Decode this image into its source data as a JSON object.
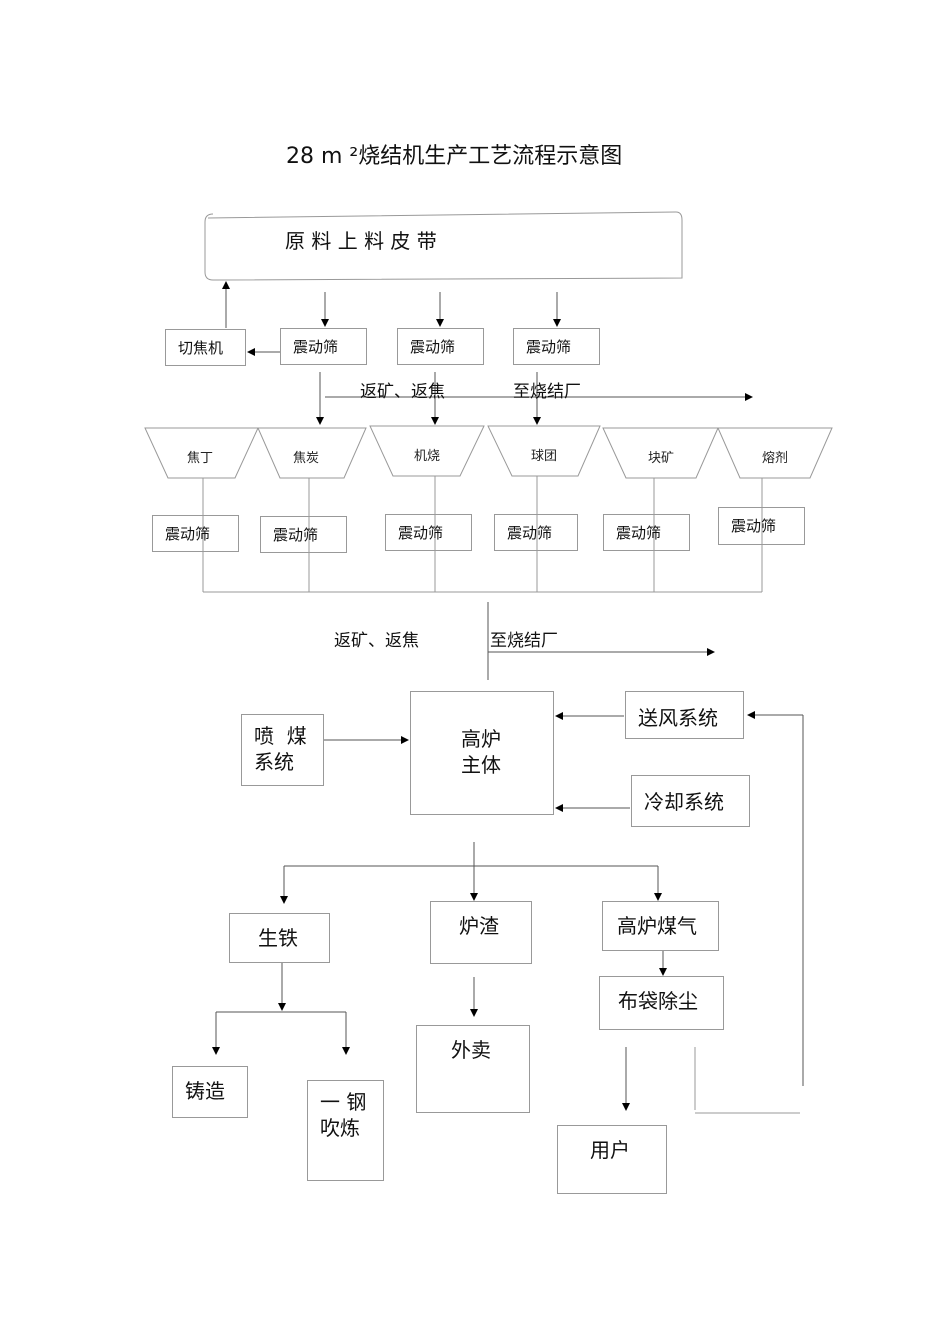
{
  "title": "28 m ²烧结机生产工艺流程示意图",
  "belt": "原 料 上 料 皮 带",
  "coke_cutter": "切焦机",
  "screen": "震动筛",
  "return_label": "返矿、返焦",
  "to_sinter": "至烧结厂",
  "hoppers": [
    "焦丁",
    "焦炭",
    "机烧",
    "球团",
    "块矿",
    "熔剂"
  ],
  "blast_furnace": "高炉\n主体",
  "coal_injection": "喷  煤\n系统",
  "air_supply": "送风系统",
  "cooling": "冷却系统",
  "pig_iron": "生铁",
  "slag": "炉渣",
  "bf_gas": "高炉煤气",
  "bag_filter": "布袋除尘",
  "casting": "铸造",
  "steelmaking": "一 钢\n吹炼",
  "sale": "外卖",
  "users": "用户"
}
